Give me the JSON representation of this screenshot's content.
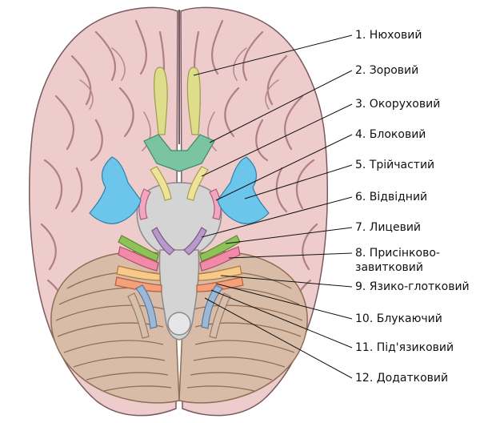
{
  "labels": [
    {
      "id": "olfactory",
      "text": "1. Нюховий"
    },
    {
      "id": "optic",
      "text": "2. Зоровий"
    },
    {
      "id": "oculomotor",
      "text": "3. Окоруховий"
    },
    {
      "id": "trochlear",
      "text": "4. Блоковий"
    },
    {
      "id": "trigeminal",
      "text": "5. Трійчастий"
    },
    {
      "id": "abducens",
      "text": "6. Відвідний"
    },
    {
      "id": "facial",
      "text": "7. Лицевий"
    },
    {
      "id": "vestibulocochlear_line1",
      "text": "8. Присінково-"
    },
    {
      "id": "vestibulocochlear_line2",
      "text": "завитковий"
    },
    {
      "id": "glossopharyngeal",
      "text": "9. Язико-глотковий"
    },
    {
      "id": "vagus",
      "text": "10. Блукаючий"
    },
    {
      "id": "hypoglossal",
      "text": "11. Під'язиковий"
    },
    {
      "id": "accessory",
      "text": "12. Додатковий"
    }
  ],
  "colors": {
    "cortex": "#eecccb",
    "cortex_fold": "#b07e86",
    "cerebellum": "#d9bca8",
    "brainstem": "#d4d4d4",
    "olfactory": "#dedd8c",
    "optic_chiasm": "#7bc4a1",
    "oculomotor": "#ede49a",
    "trochlear": "#f3a6c0",
    "trigeminal": "#6cc5ea",
    "abducens": "#b89ac9",
    "facial": "#8fc159",
    "vestibulocochlear": "#f08aa8",
    "glossopharyngeal": "#f7c98b",
    "vagus": "#f4a07a",
    "hypoglossal": "#9bb8d6",
    "accessory": "#d7bfae"
  }
}
